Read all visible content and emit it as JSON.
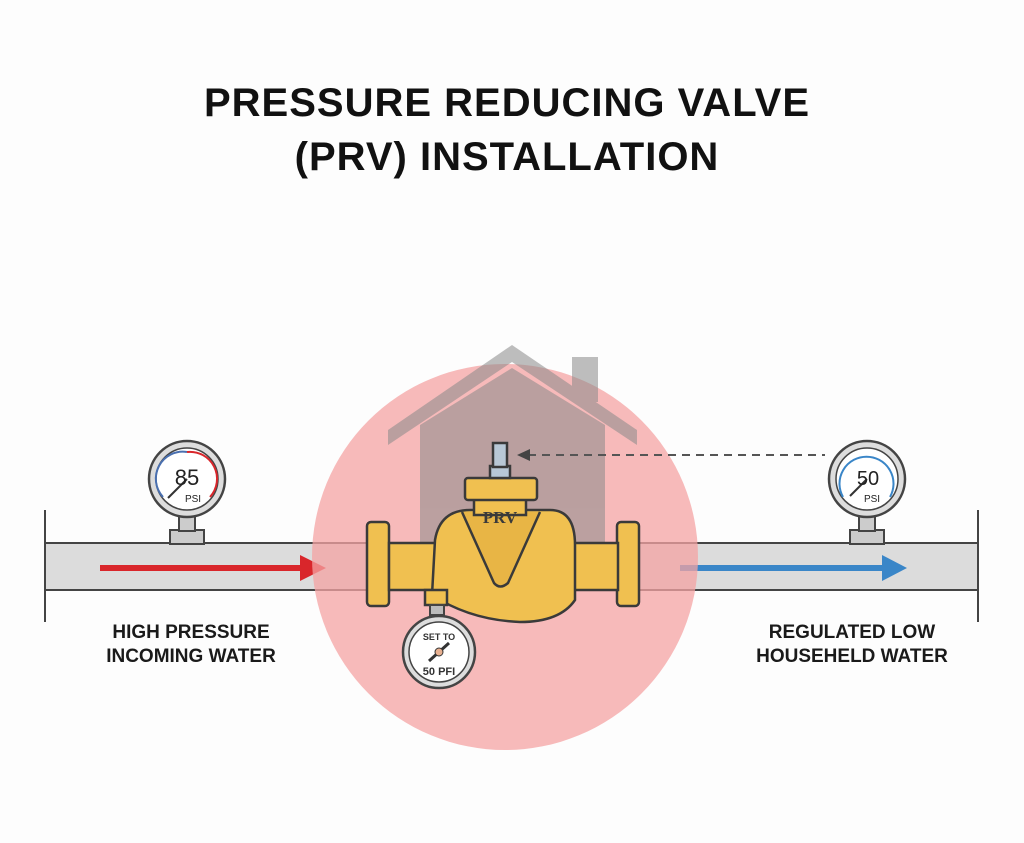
{
  "title": {
    "line1": "PRESSURE REDUCING VALVE",
    "line2": "(PRV) INSTALLATION"
  },
  "inlet_gauge": {
    "value": "85",
    "unit": "PSI"
  },
  "outlet_gauge": {
    "value": "50",
    "unit": "PSI"
  },
  "valve": {
    "label": "PRV",
    "setpoint_line1": "SET TO",
    "setpoint_line2": "50 PFI"
  },
  "labels": {
    "inlet_line1": "HIGH PRESSURE",
    "inlet_line2": "INCOMING WATER",
    "outlet_line1": "REGULATED LOW",
    "outlet_line2": "HOUSEHELD WATER"
  },
  "colors": {
    "inlet_arrow": "#d9262b",
    "outlet_arrow": "#3a86c8",
    "valve_brass": "#f0c050",
    "highlight": "#f4a3a3"
  }
}
